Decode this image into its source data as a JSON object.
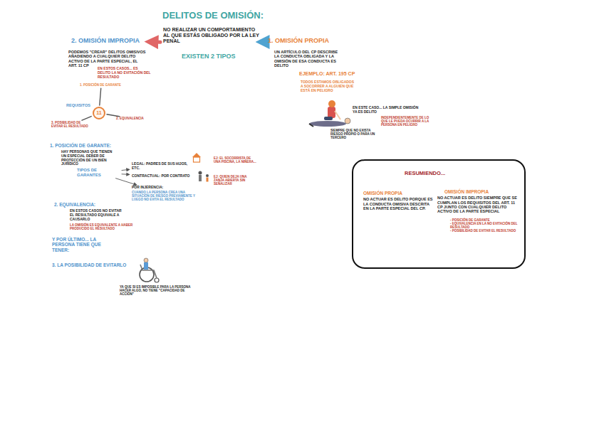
{
  "diagram": {
    "title": "DELITOS DE OMISIÓN:",
    "nodes": [
      {
        "text": [
          "NO REALIZAR UN COMPORTAMIENTO AL QUE ESTÁS OBLIGADO POR LA LEY PENAL",
          "EXISTEN 2 TIPOS"
        ]
      },
      {
        "text": [
          "1. OMISIÓN PROPIA"
        ]
      },
      {
        "text": [
          "2. OMISIÓN IMPROPIA"
        ]
      },
      {
        "text": [
          "11"
        ]
      },
      {
        "text": [
          "1. POSICIÓN DE GARANTE"
        ]
      },
      {
        "text": [
          "2. EQUIVALENCIA"
        ]
      },
      {
        "text": [
          "3. POSIBILIDAD DE EVITAR EL RESULTADO"
        ]
      },
      {
        "text": [
          "TIPOS DE GARANTES"
        ]
      },
      {
        "text": [
          "LEGAL: PADRES DE SUS HIJOS, ETC."
        ]
      },
      {
        "text": [
          "CONTRACTUAL: POR CONTRATO"
        ]
      },
      {
        "text": [
          "POR INJERENCIA:",
          "CUANDO LA PERSONA CREA UNA SITUACIÓN DE RIESGO PREVIAMENTE Y LUEGO NO EVITA EL RESULTADO"
        ]
      },
      {
        "text": [
          "RESUMIENDO..."
        ]
      },
      {
        "text": [
          "OMISIÓN PROPIA",
          "NO ACTUAR ES DELITO PORQUE ES LA CONDUCTA OMISIVA DESCRITA EN LA PARTE ESPECIAL DEL CP."
        ],
        "in": 11
      },
      {
        "text": [
          "OMISIÓN IMPROPIA",
          "NO ACTUAR ES DELITO SIEMPRE QUE SE CUMPLAN LOS REQUISITOS DEL ART. 11 CP JUNTO CON CUALQUIER DELITO ACTIVO DE LA PARTE ESPECIAL",
          "- POSICIÓN DE GARANTE",
          "- EQUIVALENCIA EN LA NO EVITACIÓN DEL RESULTADO",
          "- POSIBILIDAD DE EVITAR EL RESULTADO"
        ],
        "in": 11
      }
    ],
    "edges": [
      {
        "from": 0,
        "to": 2,
        "arrow": "to"
      },
      {
        "from": 0,
        "to": 1,
        "arrow": "to"
      },
      {
        "from": 3,
        "to": 4,
        "arrow": "none"
      },
      {
        "from": 3,
        "to": 5,
        "arrow": "none"
      },
      {
        "from": 3,
        "to": 6,
        "arrow": "none"
      },
      {
        "from": 7,
        "to": 8,
        "arrow": "to"
      },
      {
        "from": 7,
        "to": 9,
        "arrow": "to"
      },
      {
        "from": 7,
        "to": 10,
        "arrow": "to"
      }
    ],
    "labels": [
      "PODEMOS \"CREAR\" DELITOS OMISIVOS AÑADIENDO A CUALQUIER DELITO ACTIVO DE LA PARTE ESPECIAL, EL ART. 11 CP",
      "EN ESTOS CASOS... ES DELITO LA NO EVITACIÓN DEL RESULTADO",
      "REQUISITOS",
      "1. POSICIÓN DE GARANTE:",
      "HAY PERSONAS QUE TIENEN UN ESPECIAL DEBER DE PROTECCIÓN DE UN BIEN JURÍDICO",
      "EJ: EL SOCORRISTA DE UNA PISCINA, LA NIÑERA...",
      "EJ: QUIEN DEJA UNA ZANJA ABIERTA SIN SEÑALIZAR",
      "2. EQUIVALENCIA:",
      "EN ESTOS CASOS NO EVITAR EL RESULTADO EQUIVALE A CAUSARLO",
      "LA OMISIÓN ES EQUIVALENTE A HABER PRODUCIDO EL RESULTADO",
      "Y POR ÚLTIMO... LA PERSONA TIENE QUE TENER:",
      "3. LA POSIBILIDAD DE EVITARLO",
      "YA QUE SI ES IMPOSIBLE PARA LA PERSONA HACER ALGO, NO TIENE \"CAPACIDAD DE ACCIÓN\"",
      "UN ARTÍCULO DEL CP DESCRIBE LA CONDUCTA OBLIGADA Y LA OMISIÓN DE ESA CONDUCTA ES DELITO",
      "EJEMPLO: ART. 195 CP",
      "TODOS ESTAMOS OBLIGADOS A SOCORRER A ALGUIEN QUE ESTÁ EN PELIGRO",
      "EN ESTE CASO... LA SIMPLE OMISIÓN YA ES DELITO",
      "INDEPENDIENTEMENTE DE LO QUE LE PUEDA OCURRIR A LA PERSONA EN PELIGRO",
      "SIEMPRE QUE NO EXISTA RIESGO PROPIO O PARA UN TERCERO"
    ]
  }
}
